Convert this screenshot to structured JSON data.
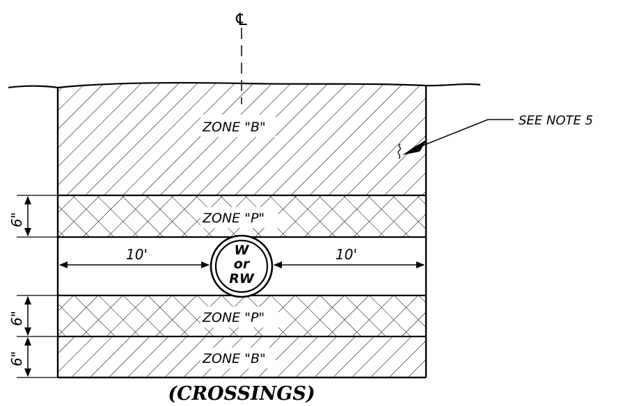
{
  "diagram": {
    "centerline_symbol": "℄",
    "note": "SEE NOTE 5",
    "zones": {
      "top_b": "ZONE \"B\"",
      "upper_p": "ZONE \"P\"",
      "lower_p": "ZONE \"P\"",
      "bottom_b": "ZONE \"B\""
    },
    "dimensions": {
      "left_clearance": "10'",
      "right_clearance": "10'",
      "upper_p_thickness": "6\"",
      "lower_p_thickness": "6\"",
      "bottom_b_thickness": "6\""
    },
    "pipe": {
      "line1": "W",
      "line2": "or",
      "line3": "RW"
    },
    "title": "(CROSSINGS)"
  }
}
